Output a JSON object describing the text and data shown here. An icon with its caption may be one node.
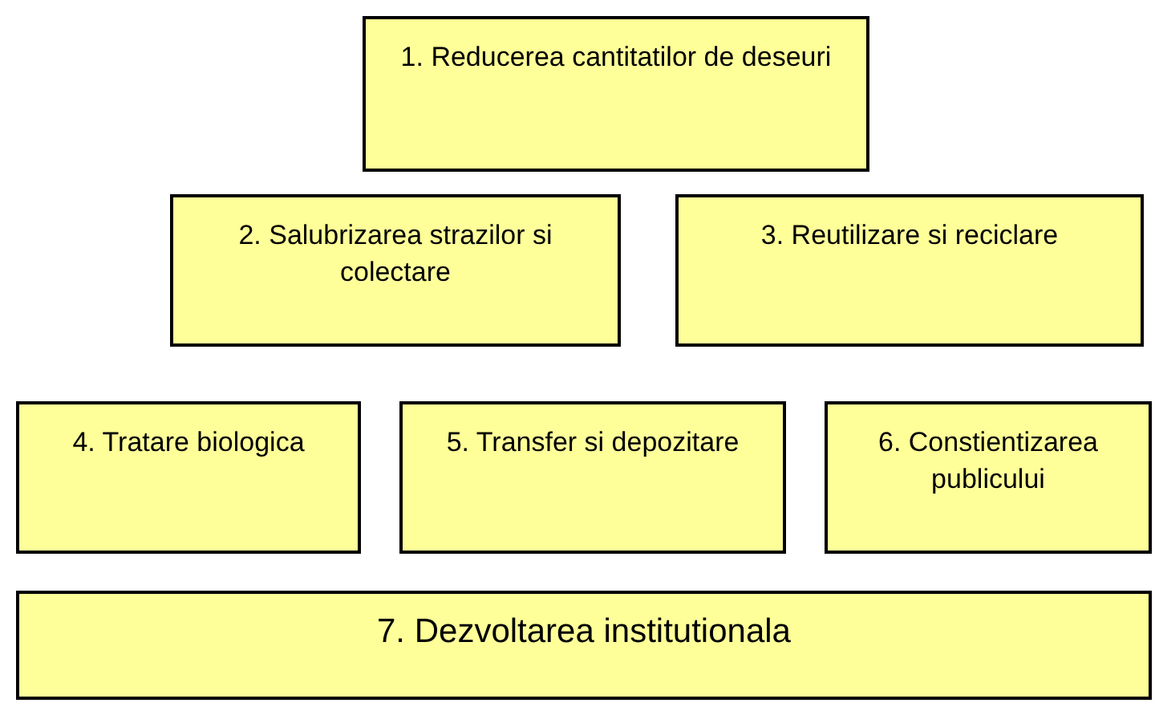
{
  "diagram": {
    "nodes": [
      {
        "text": [
          "1. Reducerea cantitatilor de deseuri"
        ]
      },
      {
        "text": [
          "2. Salubrizarea strazilor si colectare"
        ]
      },
      {
        "text": [
          "3. Reutilizare si reciclare"
        ]
      },
      {
        "text": [
          "4. Tratare biologica"
        ]
      },
      {
        "text": [
          "5. Transfer si depozitare"
        ]
      },
      {
        "text": [
          "6. Constientizarea publicului"
        ]
      },
      {
        "text": [
          "7. Dezvoltarea institutionala"
        ]
      }
    ]
  }
}
